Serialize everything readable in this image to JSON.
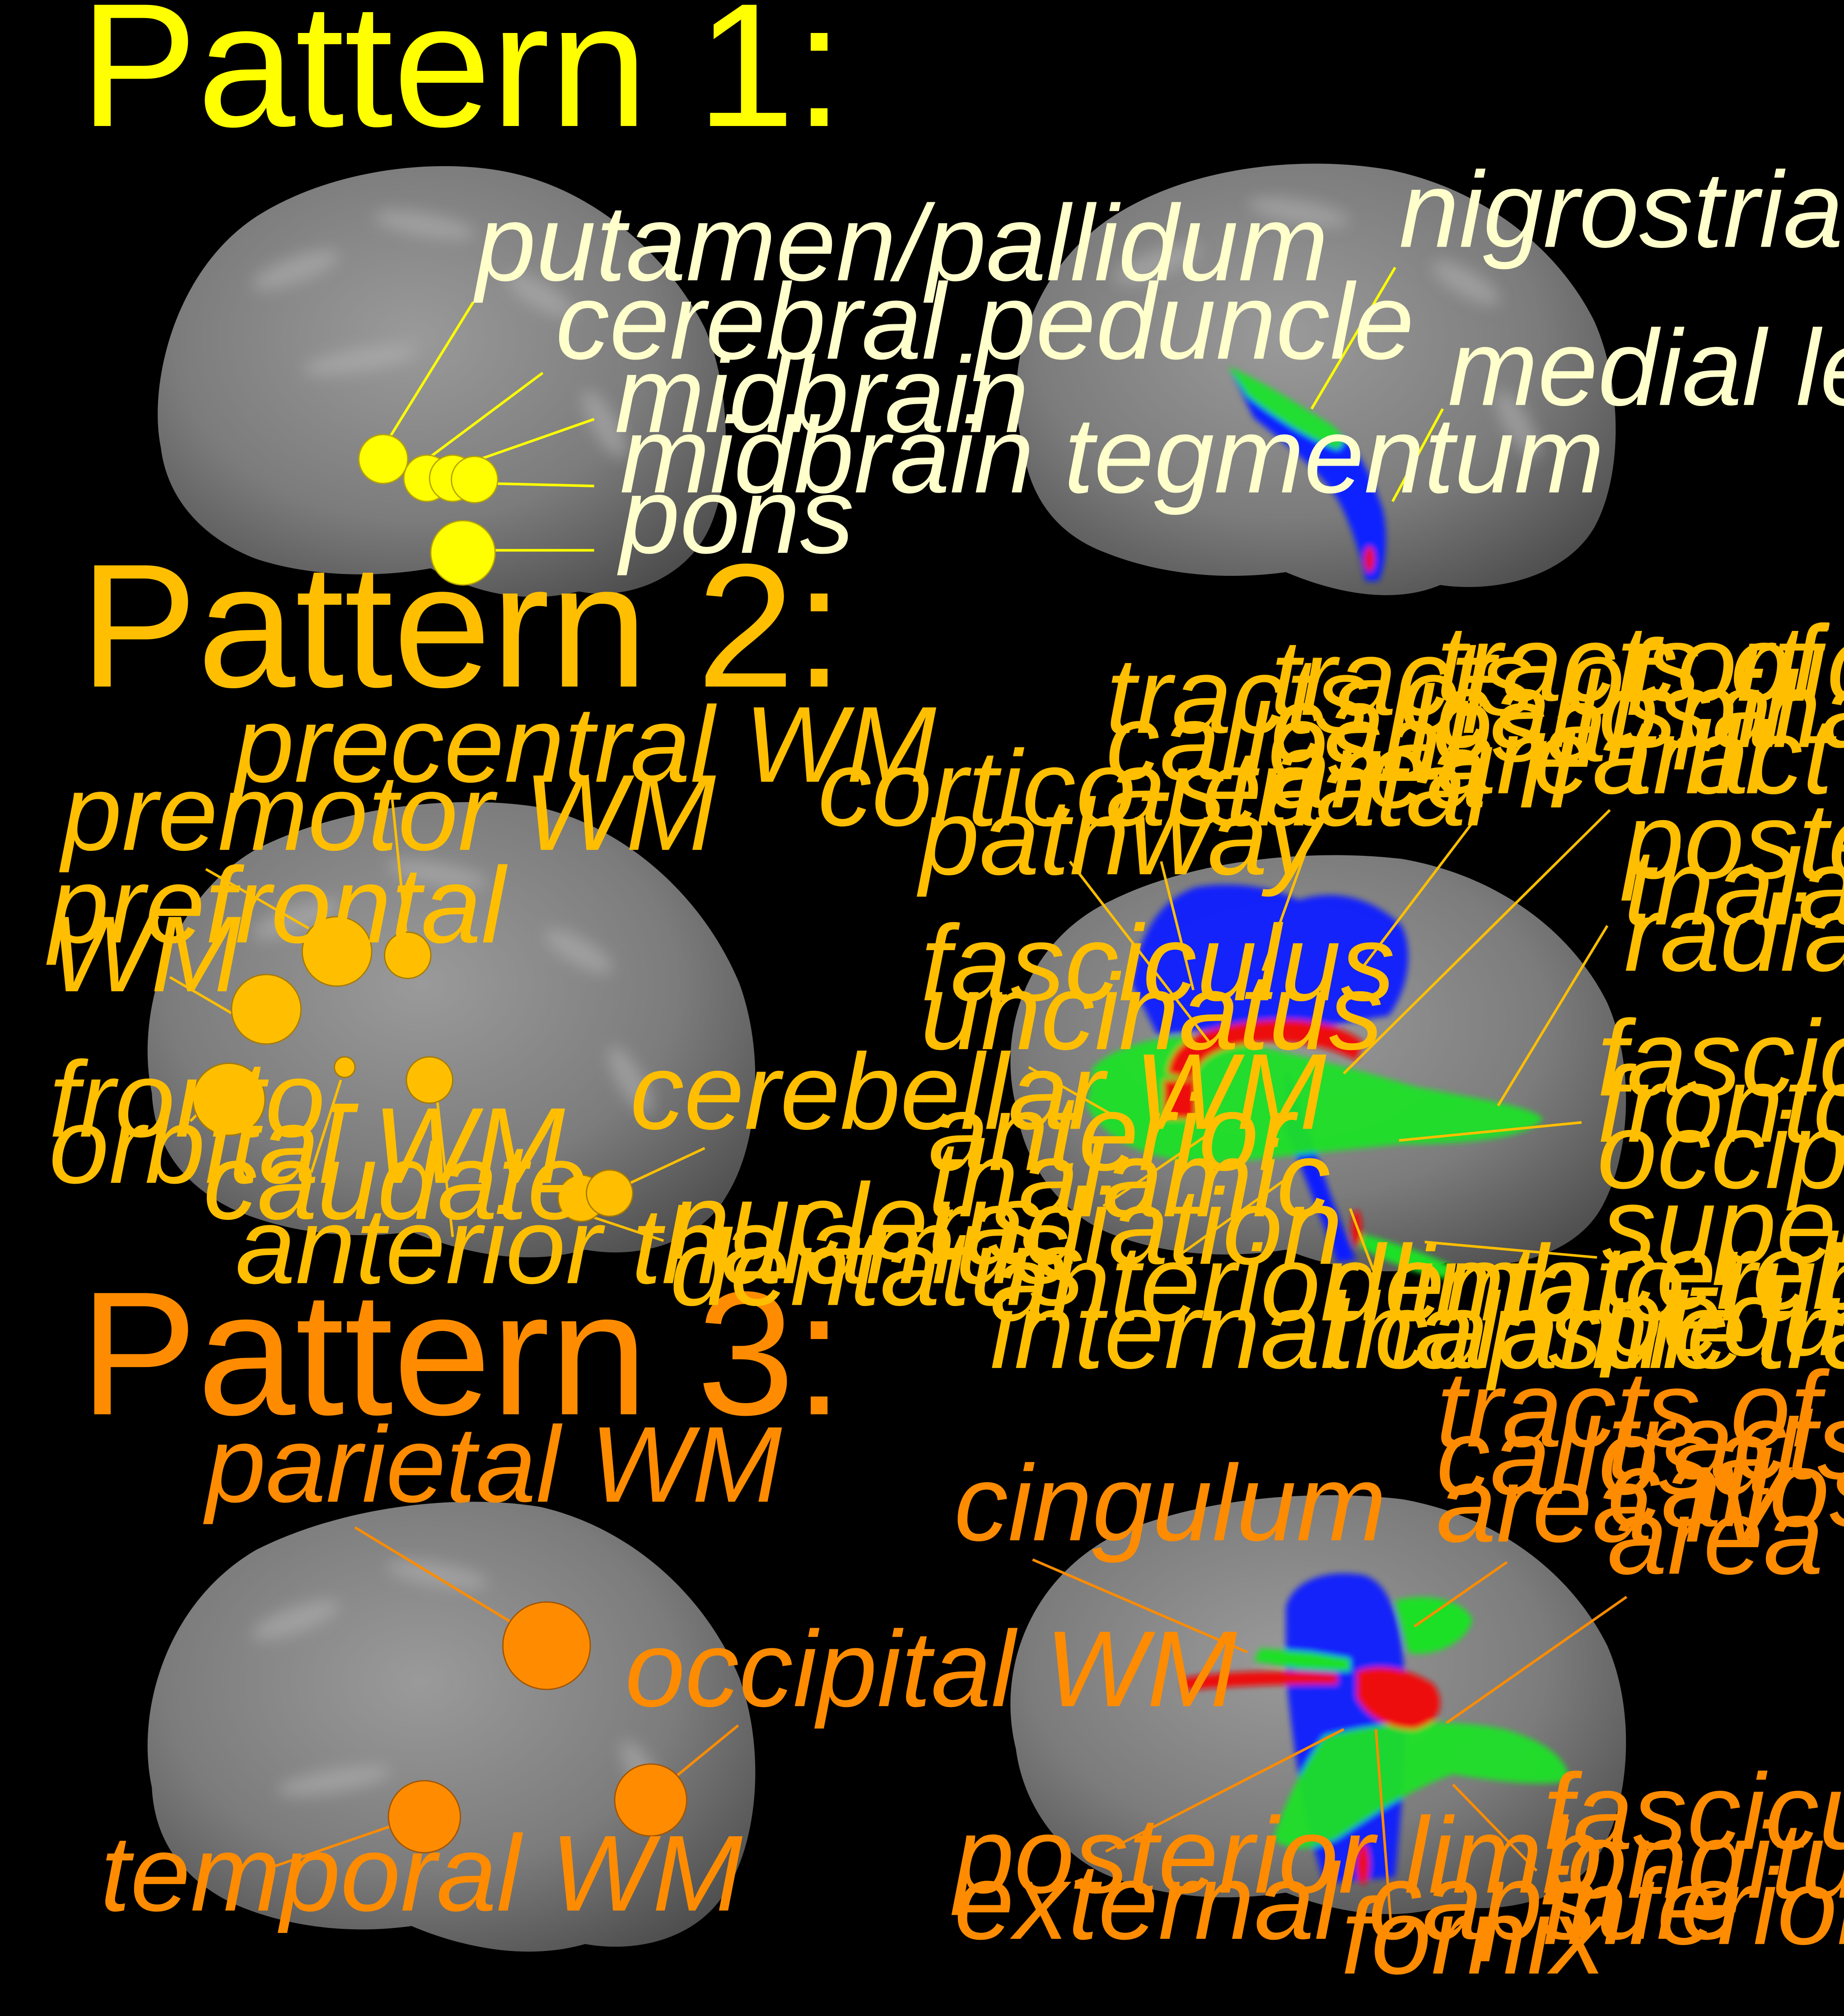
{
  "colors": {
    "background": "#000000",
    "pattern1": "#ffff00",
    "pattern1_labels": "#ffffcc",
    "pattern2": "#ffbf00",
    "pattern3": "#ff8c00",
    "tract_blue": "#0a1fff",
    "tract_green": "#1fe028",
    "tract_red": "#ee1111",
    "brain_surface": "#808080"
  },
  "pattern1": {
    "title": "Pattern 1:",
    "left_labels": [
      "putamen/pallidum",
      "cerebral peduncle",
      "midbrain",
      "midbrain tegmentum",
      "pons"
    ],
    "right_labels": [
      "nigrostriatal pathway",
      "medial lemniscus"
    ]
  },
  "pattern2": {
    "title": "Pattern 2:",
    "left_labels": {
      "precentral": "precentral WM",
      "premotor": "premotor WM",
      "prefrontal": [
        "prefrontal",
        "WM"
      ],
      "frontoorbital": [
        "fronto-",
        "orbital WM"
      ],
      "caudate": "caudate",
      "anterior_thalamus": "anterior thalamus",
      "cerebellar": "cerebellar WM",
      "dentatus": [
        "nucleus",
        "dentatus"
      ]
    },
    "right_labels": {
      "callosal1": [
        "tracts of",
        "callosal",
        "area I"
      ],
      "callosal2": [
        "tracts of",
        "callosal",
        "area II"
      ],
      "callosal3": [
        "tracts of",
        "callosal",
        "area III"
      ],
      "corticospinal": [
        "cortico-",
        "spinal",
        "tract"
      ],
      "corticostriatal": [
        "cortico-striatal",
        "pathway"
      ],
      "posterior_thalamic": [
        "posterior",
        "thalamic",
        "radiation"
      ],
      "uncinatus": [
        "fasciculus",
        "uncinatus"
      ],
      "frontooccipitalis": [
        "fasciculus",
        "fronto-",
        "occipitalis"
      ],
      "anterior_thalamic": [
        "anterior",
        "thalamic",
        "radiation"
      ],
      "superior_cerebellar": [
        "superior",
        "cerebellar",
        "peduncle"
      ],
      "anterior_limb": [
        "anterior limb",
        "internal capsule"
      ],
      "dentatorubro": [
        "dentato-rubro-",
        "thalamic tract"
      ]
    }
  },
  "pattern3": {
    "title": "Pattern 3:",
    "left_labels": {
      "parietal": "parietal WM",
      "occipital": "occipital WM",
      "temporal": "temporal WM"
    },
    "right_labels": {
      "cingulum": "cingulum",
      "callosal4": [
        "tracts of",
        "callosal",
        "area IV"
      ],
      "callosal5": [
        "tracts of",
        "callosal",
        "area V"
      ],
      "posterior_limb": [
        "posterior limb",
        "external capsule"
      ],
      "fornix": "fornix",
      "longitudinalis": [
        "fasciculus",
        "longitudinalis",
        "inferior"
      ]
    }
  }
}
